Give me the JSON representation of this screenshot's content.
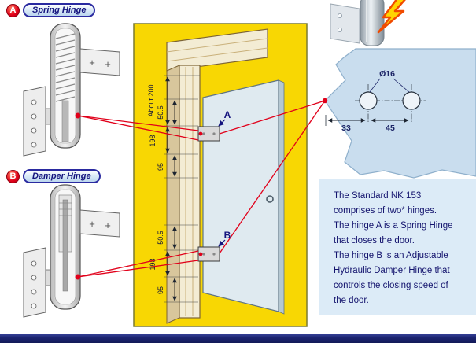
{
  "badge_a": {
    "letter": "A",
    "label": "Spring Hinge"
  },
  "badge_b": {
    "letter": "B",
    "label": "Damper Hinge"
  },
  "marks": {
    "plus": "+"
  },
  "door": {
    "label_a": "A",
    "label_b": "B",
    "dims_top": {
      "about": "About 200",
      "d505": "50.5",
      "d198": "198",
      "d95": "95"
    },
    "dims_bottom": {
      "d505": "50.5",
      "d198": "198",
      "d95": "95"
    }
  },
  "template": {
    "dia": "Ø16",
    "d33": "33",
    "d45": "45"
  },
  "note": {
    "lines": [
      "The Standard NK 153",
      "comprises of two* hinges.",
      "The hinge A is a Spring Hinge",
      "that closes the door.",
      "The hinge B is an Adjustable",
      "Hydraulic Damper Hinge that",
      "controls the closing speed of",
      "the door."
    ]
  },
  "colors": {
    "yellow_panel": "#f8d703",
    "template_blue": "#c9ddee",
    "note_blue": "#dcebf7",
    "navy": "#14147e",
    "red": "#e1001a",
    "footer_bar": "#1c2470"
  }
}
